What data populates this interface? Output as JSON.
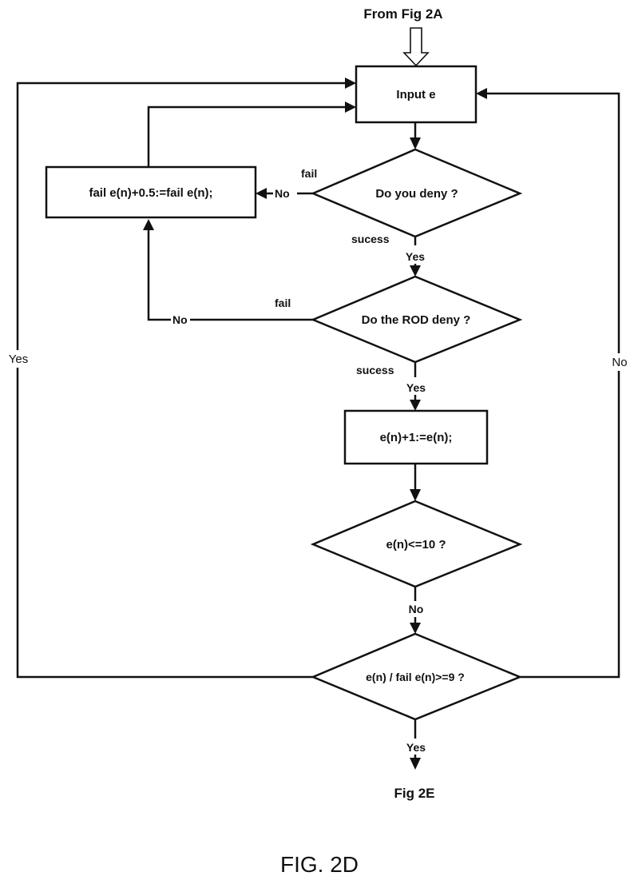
{
  "diagram": {
    "from_label": "From Fig 2A",
    "to_label": "Fig 2E",
    "figure_caption": "FIG. 2D",
    "nodes": {
      "input": "Input e",
      "fail_update": "fail e(n)+0.5:=fail e(n);",
      "deny_you": "Do you deny ?",
      "deny_rod": "Do the ROD deny ?",
      "increment": "e(n)+1:=e(n);",
      "check_le10": "e(n)<=10 ?",
      "check_ratio": "e(n) / fail e(n)>=9 ?"
    },
    "edge_labels": {
      "you_fail": "fail",
      "you_no": "No",
      "you_success": "sucess",
      "you_yes": "Yes",
      "rod_fail": "fail",
      "rod_no": "No",
      "rod_success": "sucess",
      "rod_yes": "Yes",
      "le10_no": "No",
      "ratio_yes_left": "Yes",
      "ratio_no_right": "No",
      "ratio_yes_down": "Yes"
    }
  }
}
